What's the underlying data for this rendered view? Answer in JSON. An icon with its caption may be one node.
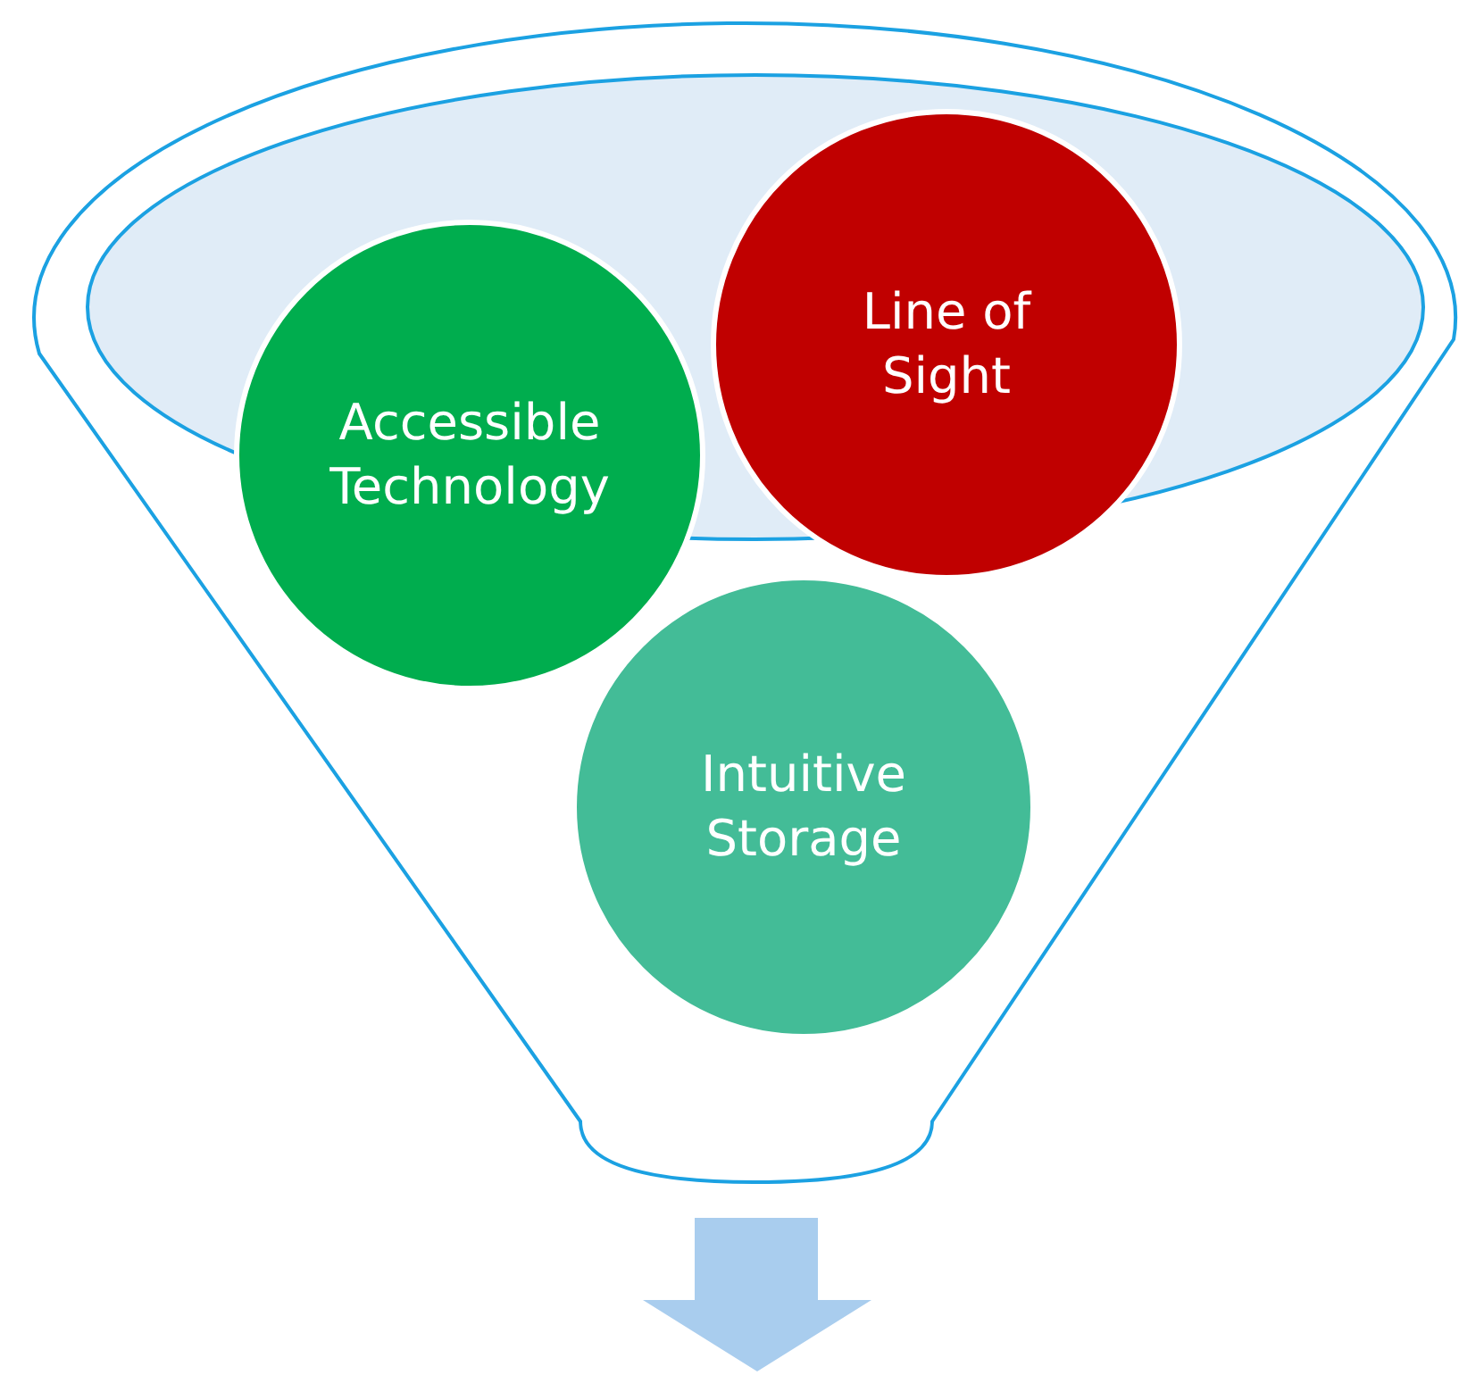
{
  "diagram": {
    "nodes": [
      {
        "text": [
          "Accessible Technology"
        ]
      },
      {
        "text": [
          "Line of Sight"
        ]
      },
      {
        "text": [
          "Intuitive Storage"
        ]
      }
    ]
  }
}
